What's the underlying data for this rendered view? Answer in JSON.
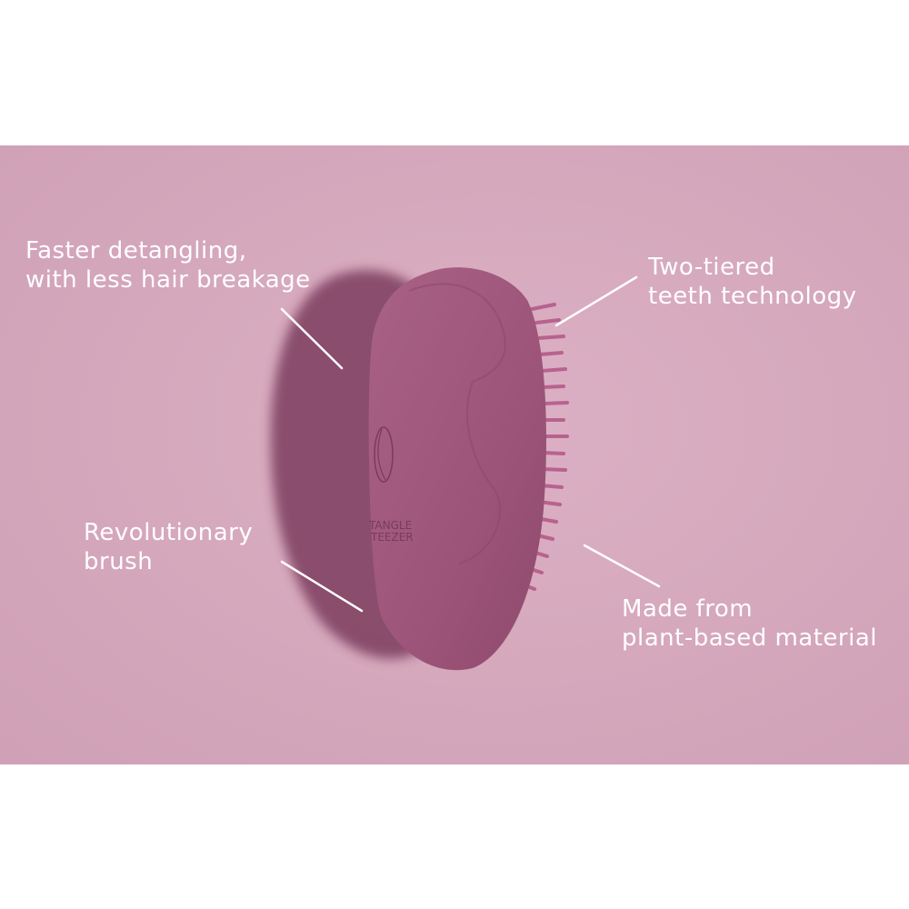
{
  "image": {
    "background_color": "#ffffff",
    "band_color": "#d6a9bd",
    "brush_color": "#a35a80",
    "shadow_color": "#7d3d5f",
    "text_color": "#ffffff"
  },
  "product": {
    "brand_line1": "TANGLE",
    "brand_line2": "TEEZER"
  },
  "callouts": [
    {
      "id": "detangling",
      "line1": "Faster detangling,",
      "line2": "with less hair breakage"
    },
    {
      "id": "teeth",
      "line1": "Two-tiered",
      "line2": "teeth technology"
    },
    {
      "id": "revolutionary",
      "line1": "Revolutionary",
      "line2": "brush"
    },
    {
      "id": "material",
      "line1": "Made from",
      "line2": "plant-based material"
    }
  ]
}
